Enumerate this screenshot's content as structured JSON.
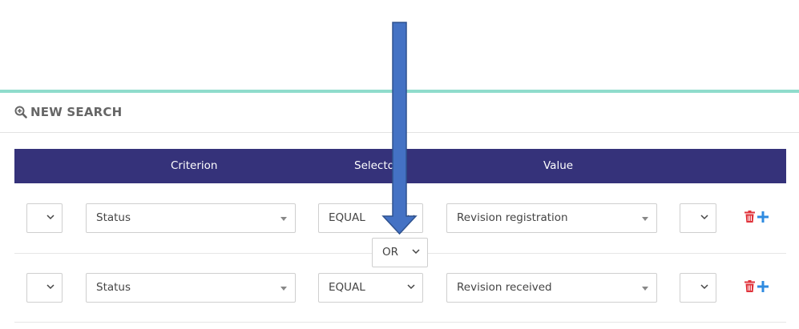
{
  "header": {
    "title": "NEW SEARCH",
    "icon": "zoom-in-icon"
  },
  "table": {
    "columns": [
      "Criterion",
      "Selector",
      "Value"
    ],
    "rows": [
      {
        "group_open": "",
        "criterion": "Status",
        "selector": "EQUAL",
        "value": "Revision registration",
        "group_close": ""
      },
      {
        "group_open": "",
        "criterion": "Status",
        "selector": "EQUAL",
        "value": "Revision received",
        "group_close": ""
      }
    ],
    "connector": "OR"
  },
  "colors": {
    "accent_bar": "#8fdccc",
    "table_header": "#35327a",
    "delete_icon": "#e0333b",
    "add_icon": "#2f8be0",
    "annotation_arrow": "#4472c4"
  }
}
